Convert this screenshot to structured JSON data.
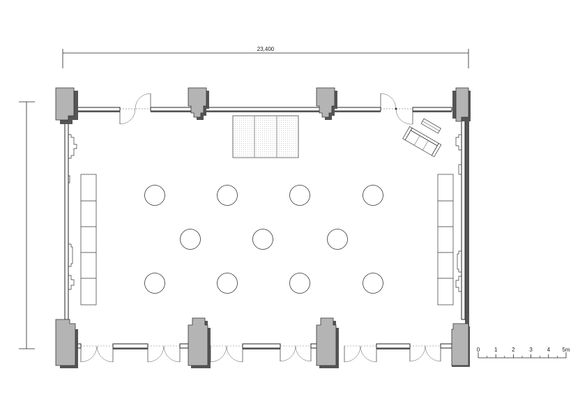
{
  "dimensions": {
    "overall_width_label": "23,400"
  },
  "scale_bar": {
    "ticks": [
      "0",
      "1",
      "2",
      "3",
      "4",
      "5m"
    ]
  },
  "furniture": {
    "round_tables_row1": 4,
    "round_tables_row2": 3,
    "round_tables_row3": 4,
    "side_counter_sections": 5
  },
  "colors": {
    "pier_fill": "#b4b4b4",
    "wall_shadow": "#555555",
    "line": "#222222"
  }
}
